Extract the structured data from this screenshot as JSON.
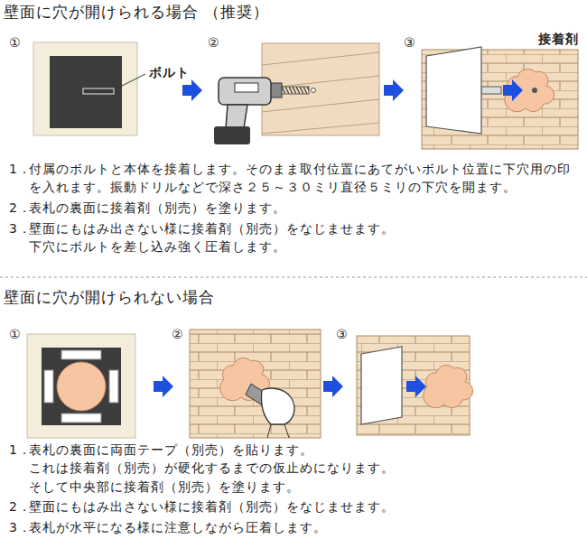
{
  "diagram": {
    "title": "壁面に穴が開けられる場合 （推奨）",
    "labels": [
      "①",
      "②",
      "③",
      "ボルト",
      "接着剤",
      "1．",
      "付属のボルトと本体を接着します。そのまま取付位置にあてがいボルト位置に下穴用の印 を入れます。振動ドリルなどで深さ２５～３０ミリ直径５ミリの下穴を開ます。",
      "2．",
      "表札の裏面に接着剤（別売）を塗ります。",
      "3．",
      "壁面にもはみ出さない様に接着剤（別売）をなじませます。",
      "下穴にボルトを差し込み強く圧着します。",
      "壁面に穴が開けられない場合",
      "①",
      "②",
      "③",
      "1．",
      "表札の裏面に両面テープ（別売）を貼ります。",
      "これは接着剤（別売）が硬化するまでの仮止めになります。",
      "そして中央部に接着剤（別売）を塗ります。",
      "2．",
      "壁面にもはみ出さない様に接着剤（別売）をなじませます。",
      "3．",
      "表札が水平になる様に注意しながら圧着します。"
    ]
  }
}
